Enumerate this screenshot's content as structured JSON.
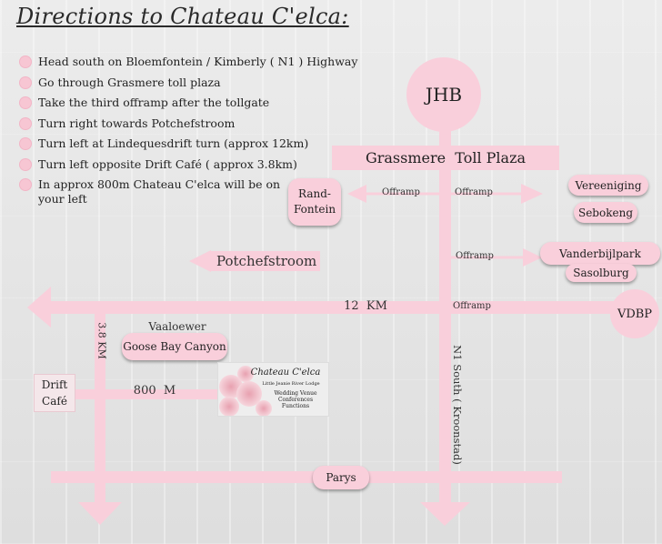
{
  "title": "Directions to Chateau C'elca:",
  "steps": [
    "Head south on Bloemfontein / Kimberly ( N1 ) Highway",
    "Go through Grasmere toll plaza",
    "Take the third offramp after the tollgate",
    "Turn right towards Potchefstroom",
    "Turn left at Lindequesdrift turn (approx 12km)",
    "Turn left opposite Drift Café ( approx 3.8km)",
    "In approx 800m Chateau C'elca will be on your left"
  ],
  "map": {
    "jhb": "JHB",
    "toll_plaza": "Grassmere  Toll Plaza",
    "rand_fontein": [
      "Rand-",
      "Fontein"
    ],
    "vereeniging": "Vereeniging",
    "sebokeng": "Sebokeng",
    "vanderbijlpark": "Vanderbijlpark",
    "sasolburg": "Sasolburg",
    "offramp": "Offramp",
    "potchefstroom": "Potchefstroom",
    "distance_12km": "12  KM",
    "vdbp": "VDBP",
    "distance_3_8km": "3.8 KM",
    "vaaloewer": "Vaaloewer",
    "goose_bay": "Goose Bay Canyon",
    "drift_cafe": [
      "Drift",
      "Café"
    ],
    "distance_800m": "800  M",
    "n1_south": "N1 South ( Kroonstad)",
    "parys": "Parys",
    "logo": {
      "name": "Chateau C'elca",
      "tagline": "Little Jeanie River Lodge",
      "services": [
        "Wedding Venue",
        "Conferences",
        "Functions"
      ]
    }
  },
  "colors": {
    "road": "#f9cfdb",
    "pill": "#f9cfdb",
    "text": "#222222"
  }
}
